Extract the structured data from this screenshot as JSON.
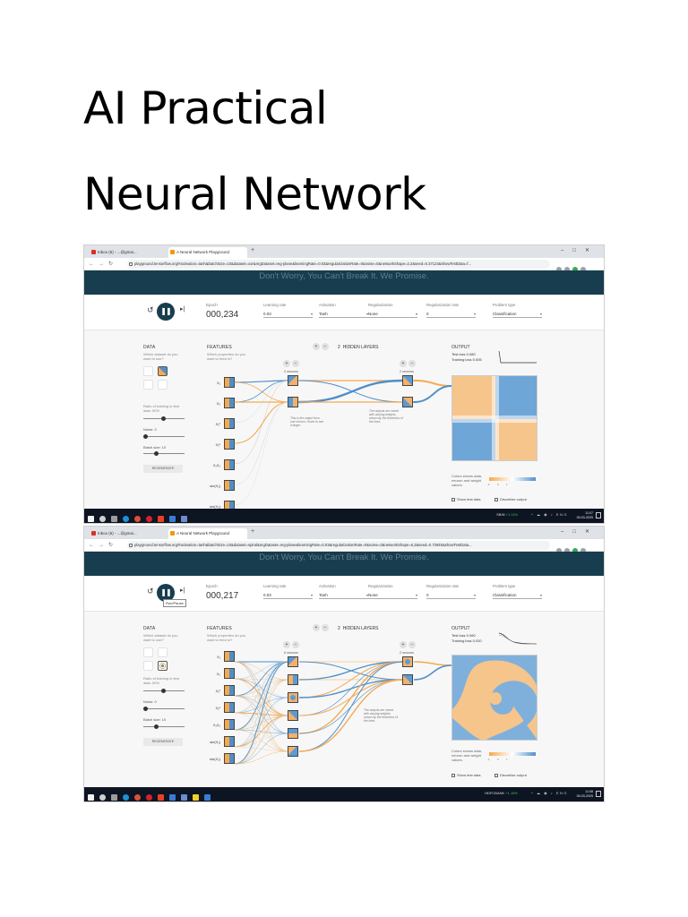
{
  "document": {
    "title_line1": "AI Practical",
    "title_line2": "Neural Network"
  },
  "screenshots": [
    {
      "browser": {
        "tab_inbox": "Inbox (6) - ...@gmai...",
        "tab_playground": "A Neural Network Playground",
        "url": "playground.tensorflow.org/#activation=tanh&batchSize=10&dataset=xor&regDataset=reg-plane&learningRate=0.03&regularizationRate=0&noise=0&networkShape=2,2&seed=0.37123&showTestData=f..."
      },
      "banner": "Don't Worry, You Can't Break It. We Promise.",
      "epoch_label": "Epoch",
      "epoch": "000,234",
      "controls": {
        "learning_rate_label": "Learning rate",
        "learning_rate": "0.03",
        "activation_label": "Activation",
        "activation": "Tanh",
        "regularization_label": "Regularization",
        "regularization": "None",
        "reg_rate_label": "Regularization rate",
        "reg_rate": "0",
        "problem_label": "Problem type",
        "problem": "Classification"
      },
      "data": {
        "title": "DATA",
        "subtitle": "Which dataset do you want to use?",
        "ratio": "Ratio of training to test data: 50%",
        "noise": "Noise: 0",
        "batch": "Batch size: 10",
        "regenerate": "REGENERATE"
      },
      "features": {
        "title": "FEATURES",
        "subtitle": "Which properties do you want to feed in?",
        "labels": [
          "X₁",
          "X₂",
          "X₁²",
          "X₂²",
          "X₁X₂",
          "sin(X₁)",
          "sin(X₂)"
        ]
      },
      "hidden": {
        "count": "2",
        "label": "HIDDEN LAYERS",
        "layer1_neurons": "2 neurons",
        "layer2_neurons": "2 neurons",
        "note1": "This is the output from one neuron. Hover to see it larger.",
        "note2": "The outputs are mixed with varying weights, shown by the thickness of the lines."
      },
      "output": {
        "title": "OUTPUT",
        "test_loss": "Test loss 0.080",
        "training_loss": "Training loss 0.005",
        "legend": "Colors shows data, neuron and weight values.",
        "show_test": "Show test data",
        "discretize": "Discretize output"
      },
      "taskbar": {
        "stock": "SBIN",
        "stock_change": "+1.11%",
        "lang": "ENG",
        "time": "11:07",
        "date": "05-03-2025"
      }
    },
    {
      "browser": {
        "tab_inbox": "Inbox (6) - ...@gmai...",
        "tab_playground": "A Neural Network Playground",
        "url": "playground.tensorflow.org/#activation=tanh&batchSize=10&dataset=spiral&regDataset=reg-plane&learningRate=0.03&regularizationRate=0&noise=0&networkShape=6,2&seed=0.72845&showTestData..."
      },
      "banner": "Don't Worry, You Can't Break It. We Promise.",
      "epoch_label": "Epoch",
      "epoch": "000,217",
      "tooltip": "Run/Pause",
      "controls": {
        "learning_rate_label": "Learning rate",
        "learning_rate": "0.03",
        "activation_label": "Activation",
        "activation": "Tanh",
        "regularization_label": "Regularization",
        "regularization": "None",
        "reg_rate_label": "Regularization rate",
        "reg_rate": "0",
        "problem_label": "Problem type",
        "problem": "Classification"
      },
      "data": {
        "title": "DATA",
        "subtitle": "Which dataset do you want to use?",
        "ratio": "Ratio of training to test data: 50%",
        "noise": "Noise: 0",
        "batch": "Batch size: 10",
        "regenerate": "REGENERATE"
      },
      "features": {
        "title": "FEATURES",
        "subtitle": "Which properties do you want to feed in?",
        "labels": [
          "X₁",
          "X₂",
          "X₁²",
          "X₂²",
          "X₁X₂",
          "sin(X₁)",
          "sin(X₂)"
        ]
      },
      "hidden": {
        "count": "2",
        "label": "HIDDEN LAYERS",
        "layer1_neurons": "6 neurons",
        "layer2_neurons": "2 neurons",
        "note2": "The outputs are mixed with varying weights, shown by the thickness of the lines."
      },
      "output": {
        "title": "OUTPUT",
        "test_loss": "Test loss 0.060",
        "training_loss": "Training loss 0.020",
        "legend": "Colors shows data, neuron and weight values.",
        "show_test": "Show test data",
        "discretize": "Discretize output"
      },
      "taskbar": {
        "stock": "HDFCBANK",
        "stock_change": "+1.16%",
        "lang": "ENG",
        "time": "11:08",
        "date": "05-03-2025"
      }
    }
  ],
  "colors": {
    "banner": "#183d4e",
    "orange": "#f5a94f",
    "blue": "#4f8fc9"
  }
}
